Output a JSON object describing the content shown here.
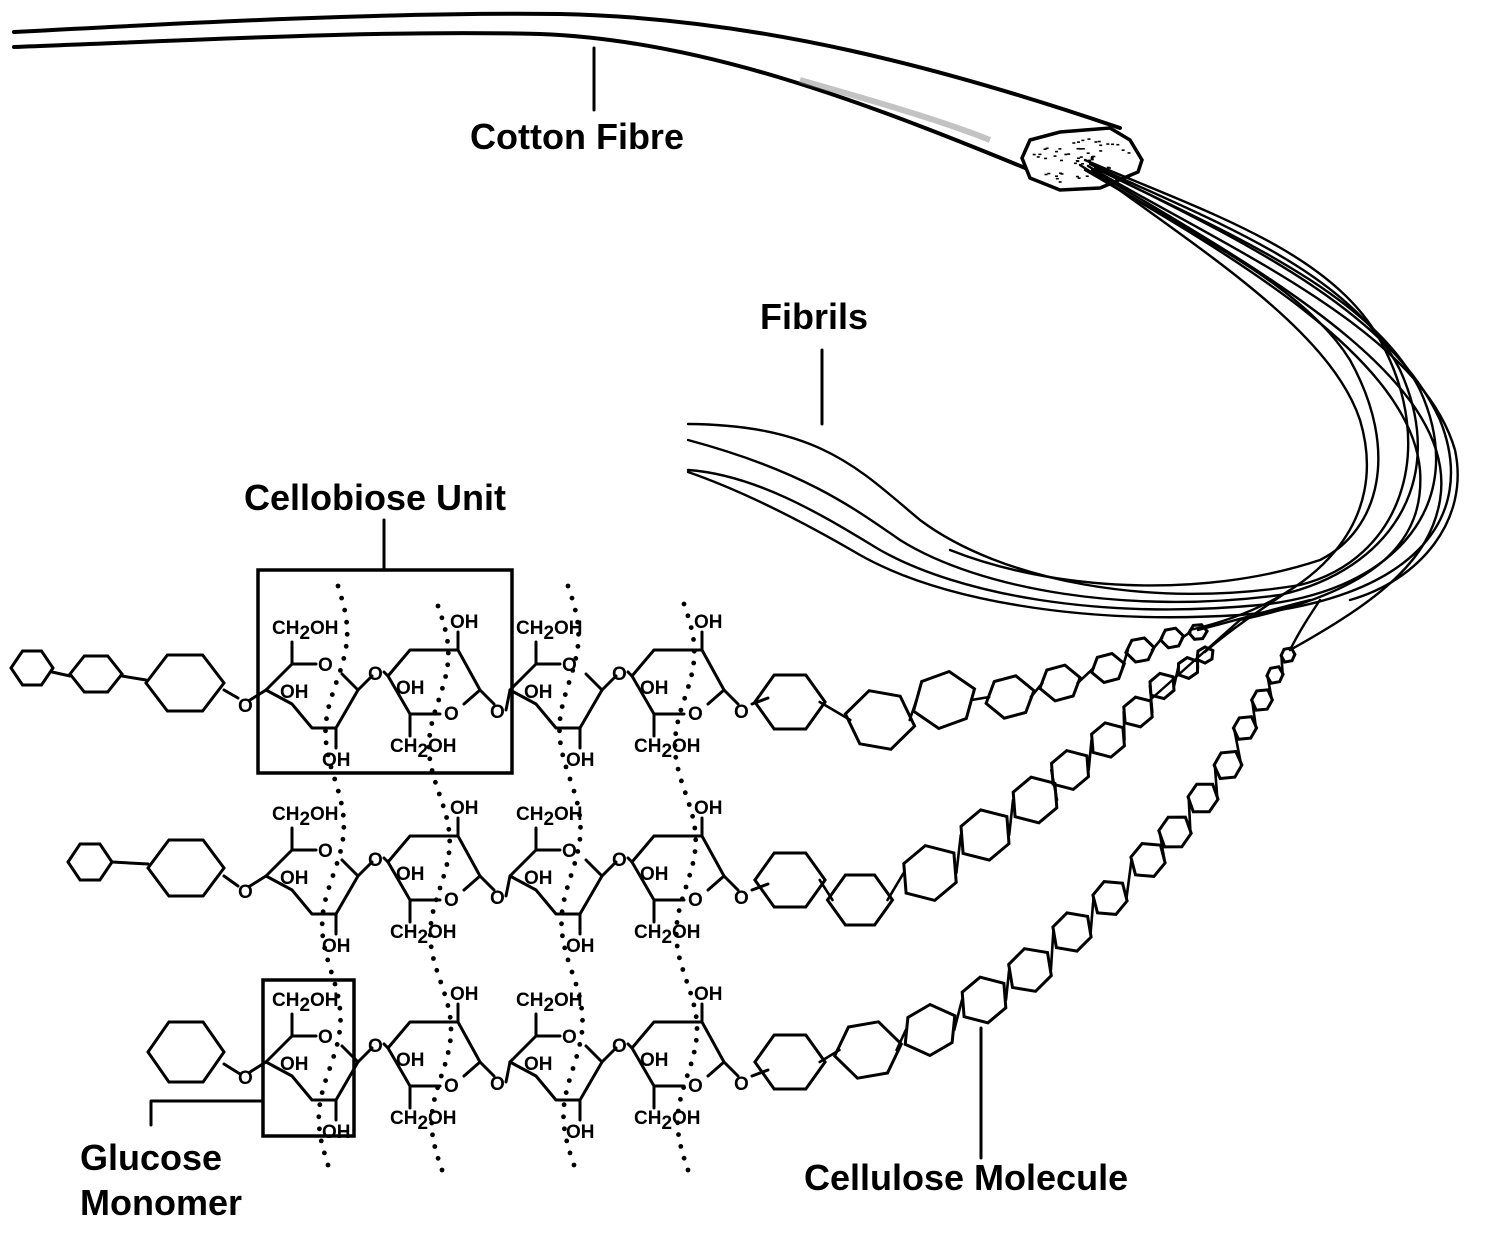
{
  "title": "Structure of a cotton fibre: fibre, fibrils, cellulose molecules, cellobiose unit and glucose monomer",
  "labels": {
    "cotton_fibre": "Cotton Fibre",
    "fibrils": "Fibrils",
    "cellobiose_unit": "Cellobiose Unit",
    "glucose_monomer_line1": "Glucose",
    "glucose_monomer_line2": "Monomer",
    "cellulose_molecule": "Cellulose Molecule"
  },
  "chemistry": {
    "ring_oxygen": "O",
    "glycosidic_oxygen": "O",
    "hydroxyl": "OH",
    "hydroxymethyl_prefix": "CH",
    "hydroxymethyl_subscript": "2",
    "hydroxymethyl_suffix": "OH",
    "rows": 3,
    "residues_per_row_detailed": 4
  },
  "colors": {
    "ink": "#000000",
    "background": "#ffffff",
    "shading": "#888888"
  }
}
